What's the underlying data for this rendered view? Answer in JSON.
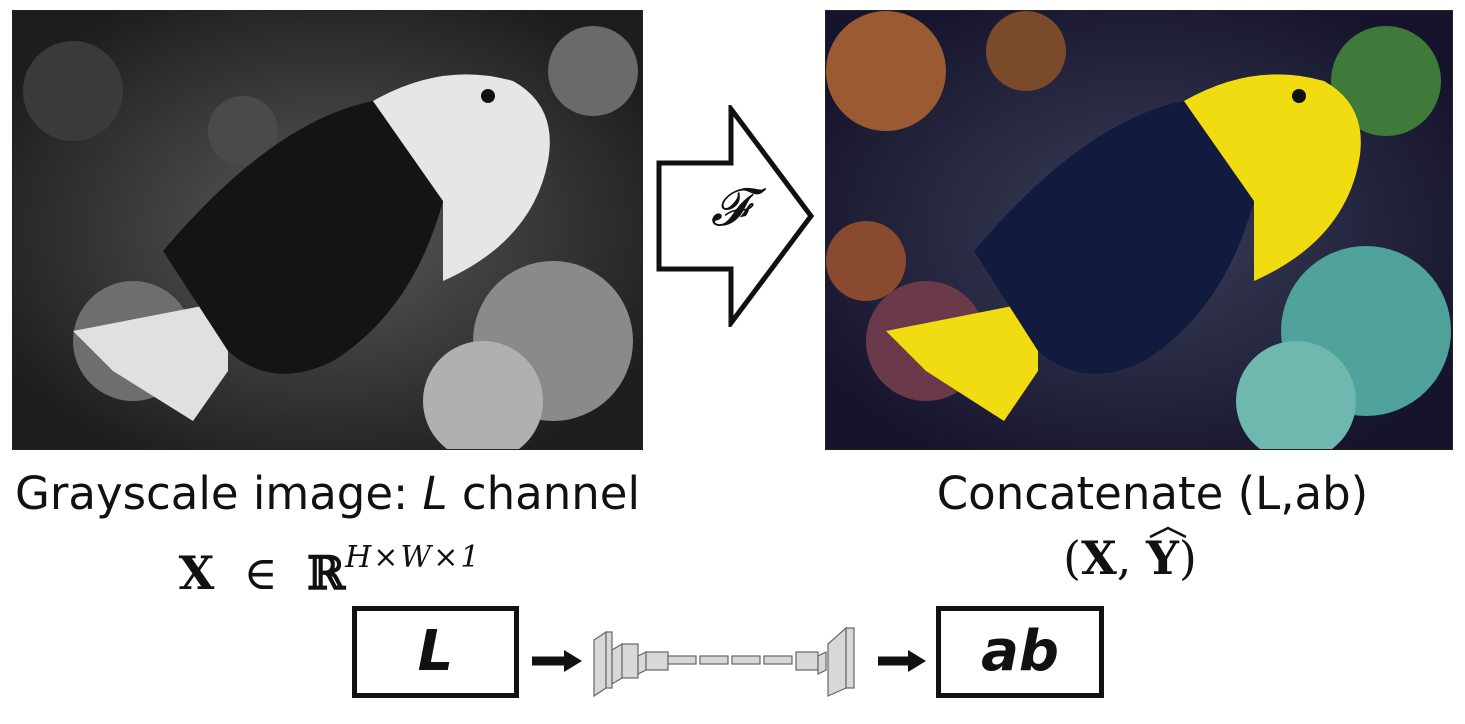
{
  "figure": {
    "left_panel": {
      "caption_prefix": "Grayscale image: ",
      "caption_var": "L",
      "caption_suffix": " channel",
      "math_var": "X",
      "math_in": "∈",
      "math_set": "ℝ",
      "math_exp": "H×W×1"
    },
    "operator_symbol": "𝓕",
    "right_panel": {
      "caption": "Concatenate (L,ab)",
      "math_open": "(",
      "math_x": "X",
      "math_comma": ", ",
      "math_y": "Y",
      "math_close": ")"
    },
    "pipeline": {
      "input_label": "L",
      "output_label": "ab"
    }
  },
  "colors": {
    "fish_gray_body": "#e6e6e6",
    "fish_color_body": "#f0dc10",
    "fish_color_dark": "#121a3e",
    "reef_color": "#4fa39a"
  }
}
